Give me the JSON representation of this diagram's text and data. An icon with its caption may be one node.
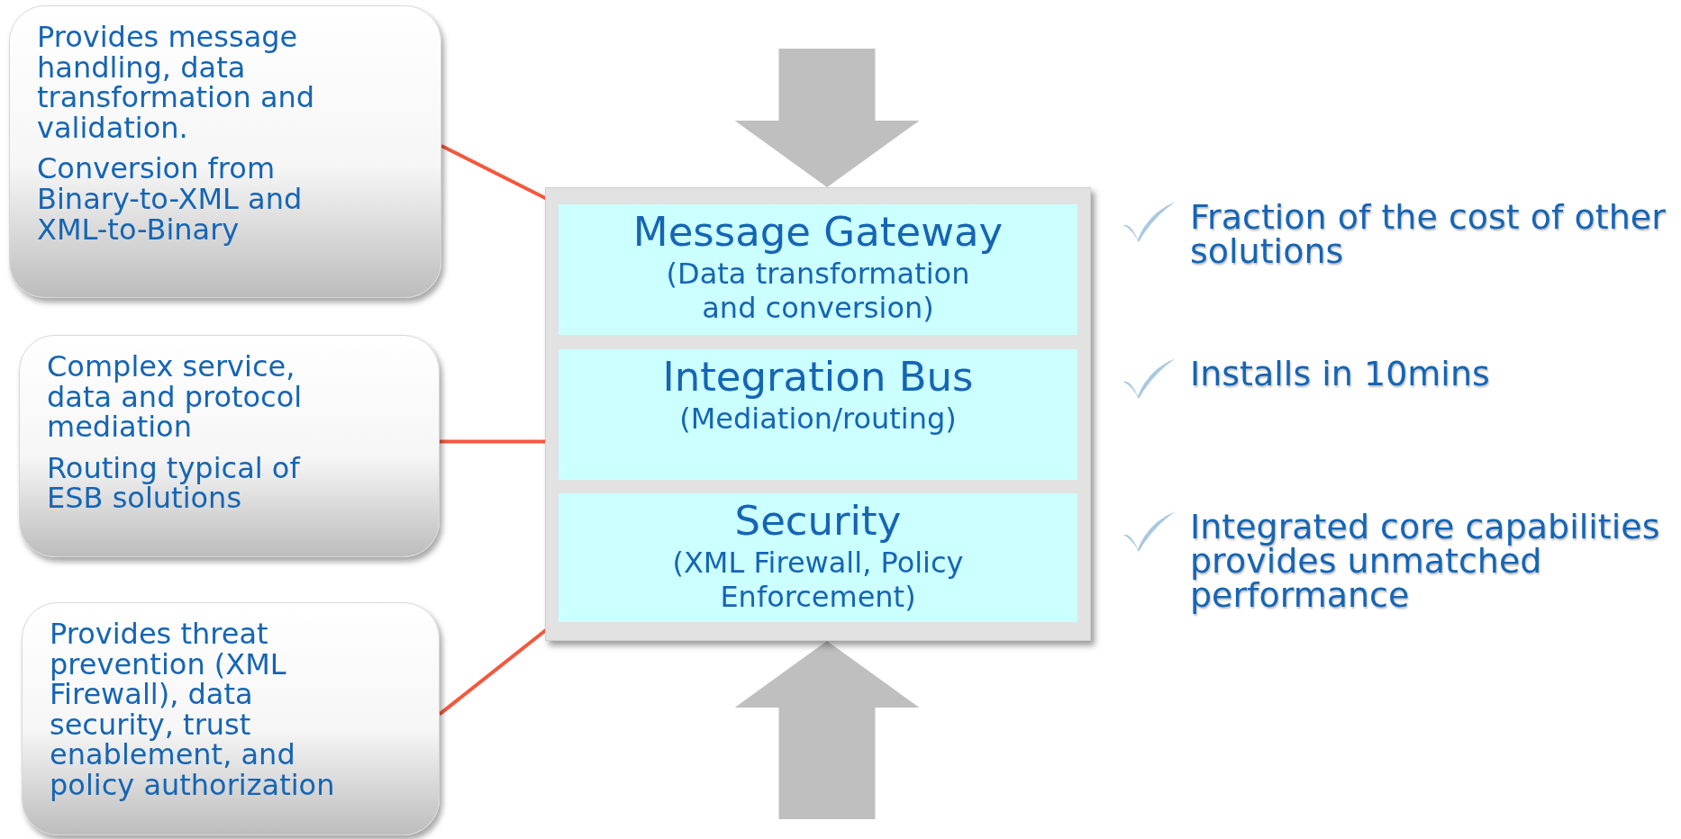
{
  "diagram": {
    "nodes": [
      {
        "text": [
          "Provides message handling, data transformation and validation.",
          "Conversion from Binary-to-XML and XML-to-Binary"
        ]
      },
      {
        "text": [
          "Complex service, data and protocol mediation",
          "Routing typical of ESB solutions"
        ]
      },
      {
        "text": [
          "Provides  threat prevention (XML Firewall), data security, trust enablement, and policy authorization"
        ]
      },
      {
        "text": [],
        "shape": "box"
      },
      {
        "text": [
          "Message Gateway",
          "(Data transformation and conversion)"
        ],
        "in": 3
      },
      {
        "text": [
          "Integration Bus",
          "(Mediation/routing)"
        ],
        "in": 3
      },
      {
        "text": [
          "Security",
          "(XML Firewall, Policy Enforcement)"
        ],
        "in": 3
      }
    ],
    "edges": [
      {
        "from": 0,
        "to": 4,
        "arrow": "none"
      },
      {
        "from": 1,
        "to": 5,
        "arrow": "none"
      },
      {
        "from": 2,
        "to": 6,
        "arrow": "none"
      },
      {
        "from": null,
        "to": 3,
        "arrow": "to",
        "style": "thick",
        "color": "#bfbfbf"
      },
      {
        "from": null,
        "to": 3,
        "arrow": "to",
        "style": "thick",
        "color": "#bfbfbf"
      }
    ],
    "labels": [
      "Fraction of the cost of other solutions",
      "Installs in 10mins",
      "Integrated core capabilities provides unmatched performance"
    ]
  }
}
